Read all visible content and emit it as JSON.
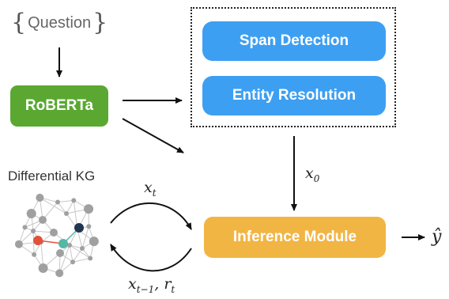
{
  "question": {
    "label": "Question"
  },
  "roberta": {
    "label": "RoBERTa"
  },
  "span_detection": {
    "label": "Span Detection"
  },
  "entity_resolution": {
    "label": "Entity Resolution"
  },
  "inference_module": {
    "label": "Inference Module"
  },
  "kg": {
    "label": "Differential KG"
  },
  "math": {
    "x0": {
      "base": "x",
      "sub": "0"
    },
    "xt": {
      "base": "x",
      "sub": "t"
    },
    "prev": {
      "x": "x",
      "x_sub": "t−1",
      "sep": ", ",
      "r": "r",
      "r_sub": "t"
    },
    "yhat": "ŷ"
  },
  "colors": {
    "blue": "#3d9ff2",
    "green": "#5aa832",
    "orange": "#f1b543",
    "node_red": "#e0533a",
    "node_teal": "#55b7a6",
    "node_navy": "#1f3550",
    "node_gray": "#a0a0a0"
  }
}
